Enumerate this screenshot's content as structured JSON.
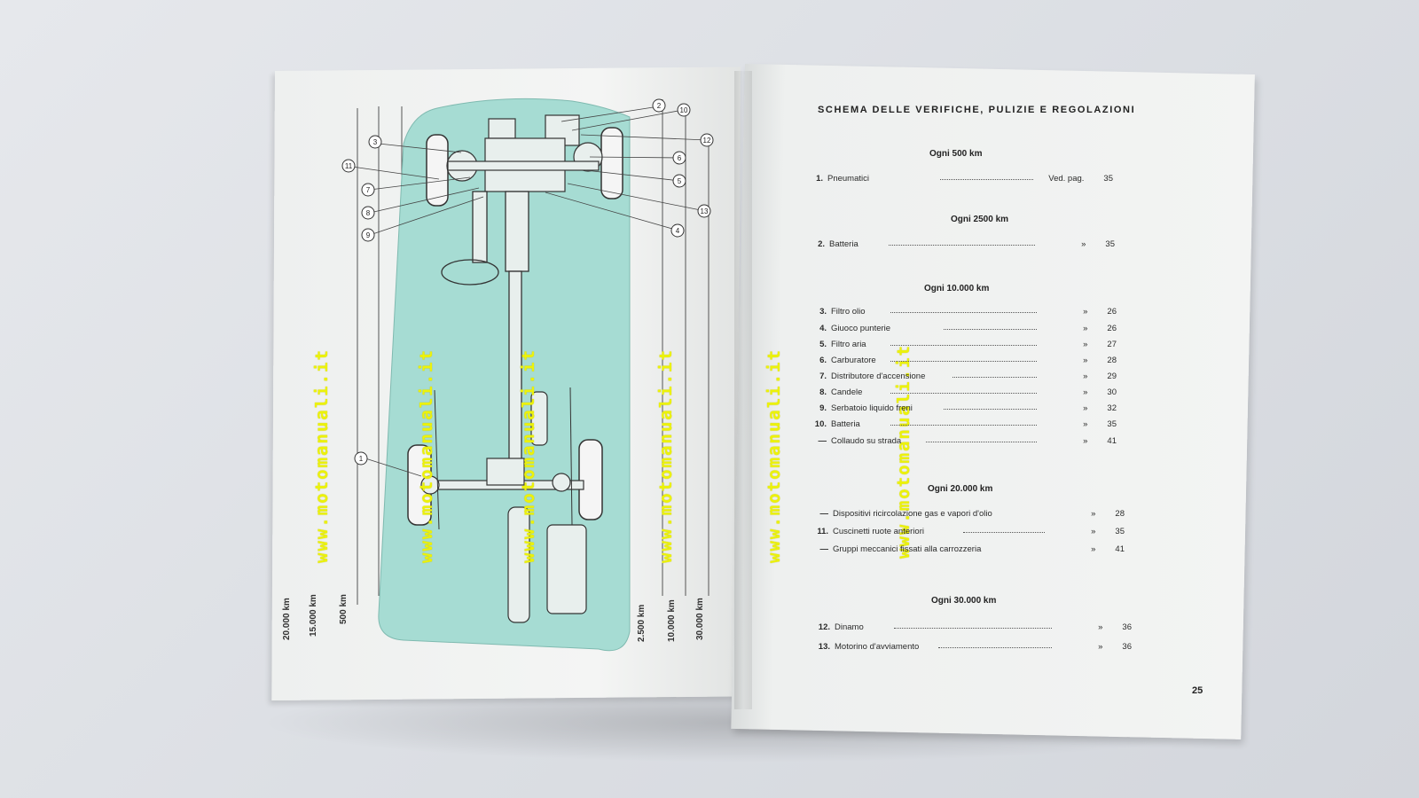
{
  "diagram": {
    "callouts": [
      "1",
      "2",
      "3",
      "4",
      "5",
      "6",
      "7",
      "8",
      "9",
      "10",
      "11",
      "12",
      "13"
    ],
    "km_labels": [
      "20.000 km",
      "15.000 km",
      "500 km",
      "2.500 km",
      "10.000 km",
      "30.000 km"
    ]
  },
  "watermark": "www.motomanuali.it",
  "sheet": {
    "title": "SCHEMA DELLE VERIFICHE, PULIZIE E REGOLAZIONI",
    "sections": [
      {
        "heading": "Ogni 500 km",
        "rows": [
          {
            "num": "1.",
            "label": "Pneumatici",
            "ref": "Ved. pag.",
            "page": "35"
          }
        ]
      },
      {
        "heading": "Ogni 2500 km",
        "rows": [
          {
            "num": "2.",
            "label": "Batteria",
            "ref": "»",
            "page": "35"
          }
        ]
      },
      {
        "heading": "Ogni 10.000 km",
        "rows": [
          {
            "num": "3.",
            "label": "Filtro olio",
            "ref": "»",
            "page": "26"
          },
          {
            "num": "4.",
            "label": "Giuoco punterie",
            "ref": "»",
            "page": "26"
          },
          {
            "num": "5.",
            "label": "Filtro aria",
            "ref": "»",
            "page": "27"
          },
          {
            "num": "6.",
            "label": "Carburatore",
            "ref": "»",
            "page": "28"
          },
          {
            "num": "7.",
            "label": "Distributore d'accensione",
            "ref": "»",
            "page": "29"
          },
          {
            "num": "8.",
            "label": "Candele",
            "ref": "»",
            "page": "30"
          },
          {
            "num": "9.",
            "label": "Serbatoio liquido freni",
            "ref": "»",
            "page": "32"
          },
          {
            "num": "10.",
            "label": "Batteria",
            "ref": "»",
            "page": "35"
          },
          {
            "num": "—",
            "label": "Collaudo su strada",
            "ref": "»",
            "page": "41"
          }
        ]
      },
      {
        "heading": "Ogni 20.000 km",
        "rows": [
          {
            "num": "—",
            "label": "Dispositivi ricircolazione gas e vapori d'olio",
            "ref": "»",
            "page": "28"
          },
          {
            "num": "11.",
            "label": "Cuscinetti ruote anteriori",
            "ref": "»",
            "page": "35"
          },
          {
            "num": "—",
            "label": "Gruppi meccanici fissati alla carrozzeria",
            "ref": "»",
            "page": "41"
          }
        ]
      },
      {
        "heading": "Ogni 30.000 km",
        "rows": [
          {
            "num": "12.",
            "label": "Dinamo",
            "ref": "»",
            "page": "36"
          },
          {
            "num": "13.",
            "label": "Motorino d'avviamento",
            "ref": "»",
            "page": "36"
          }
        ]
      }
    ],
    "page_number": "25"
  },
  "colors": {
    "diagram_fill": "#a6dcd3",
    "watermark": "#ecf20a",
    "paper": "#f2f3f2"
  }
}
